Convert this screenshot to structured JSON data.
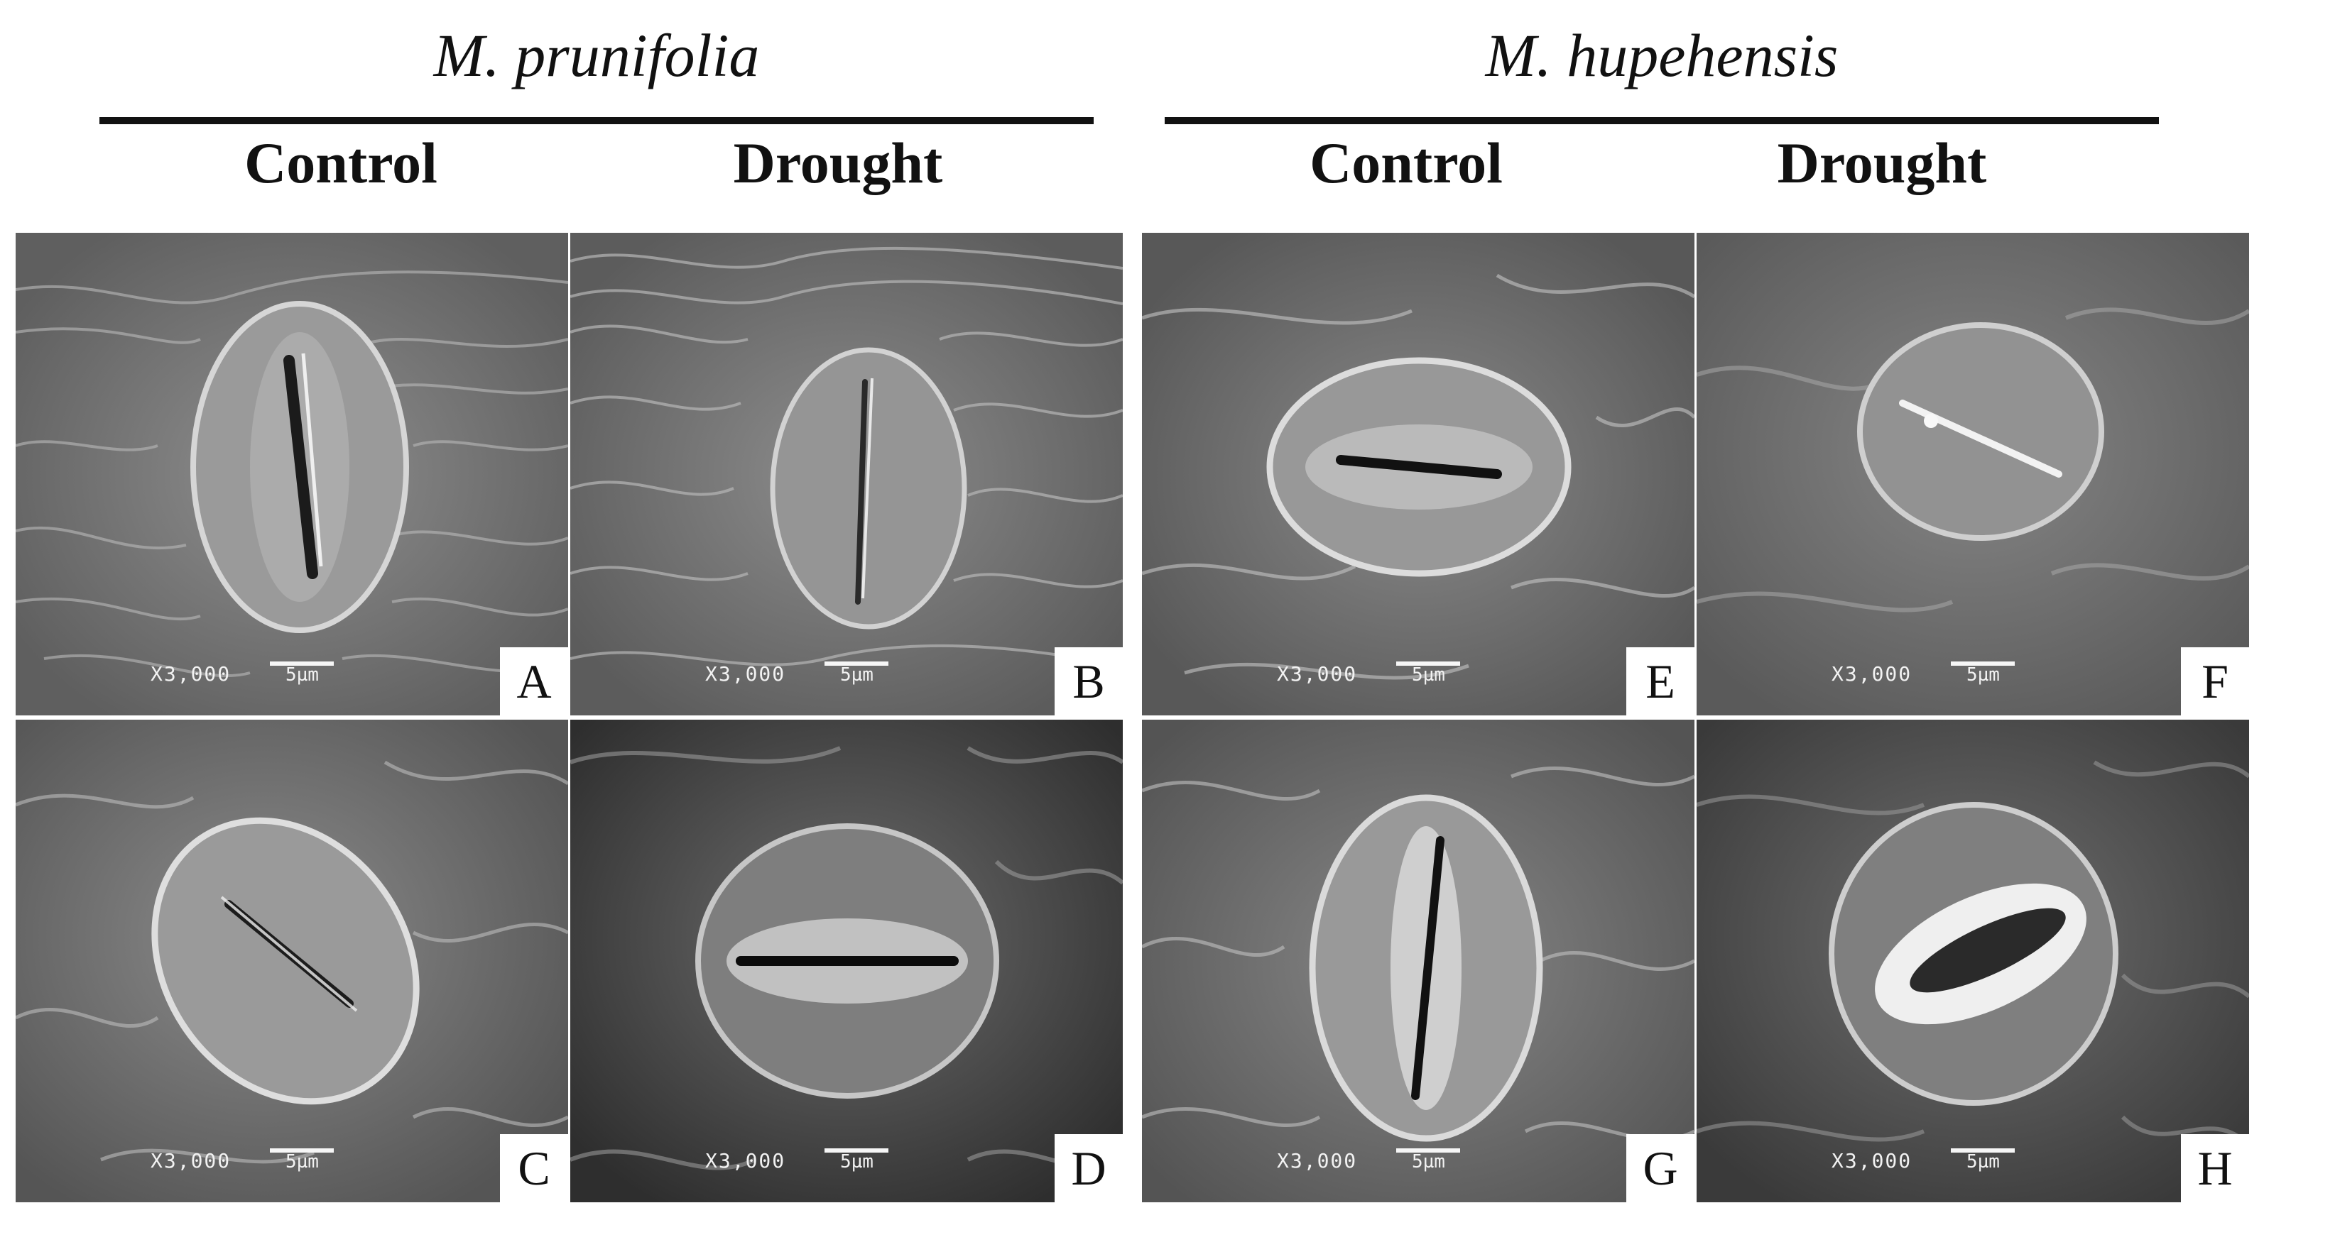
{
  "headers": {
    "species_left": "M. prunifolia",
    "species_right": "M. hupehensis",
    "conditions": [
      "Control",
      "Drought",
      "Control",
      "Drought"
    ]
  },
  "panels": [
    {
      "letter": "A",
      "magnification": "X3,000",
      "scale_label": "5µm"
    },
    {
      "letter": "B",
      "magnification": "X3,000",
      "scale_label": "5µm"
    },
    {
      "letter": "C",
      "magnification": "X3,000",
      "scale_label": "5µm"
    },
    {
      "letter": "D",
      "magnification": "X3,000",
      "scale_label": "5µm"
    },
    {
      "letter": "E",
      "magnification": "X3,000",
      "scale_label": "5µm"
    },
    {
      "letter": "F",
      "magnification": "X3,000",
      "scale_label": "5µm"
    },
    {
      "letter": "G",
      "magnification": "X3,000",
      "scale_label": "5µm"
    },
    {
      "letter": "H",
      "magnification": "X3,000",
      "scale_label": "5µm"
    }
  ]
}
